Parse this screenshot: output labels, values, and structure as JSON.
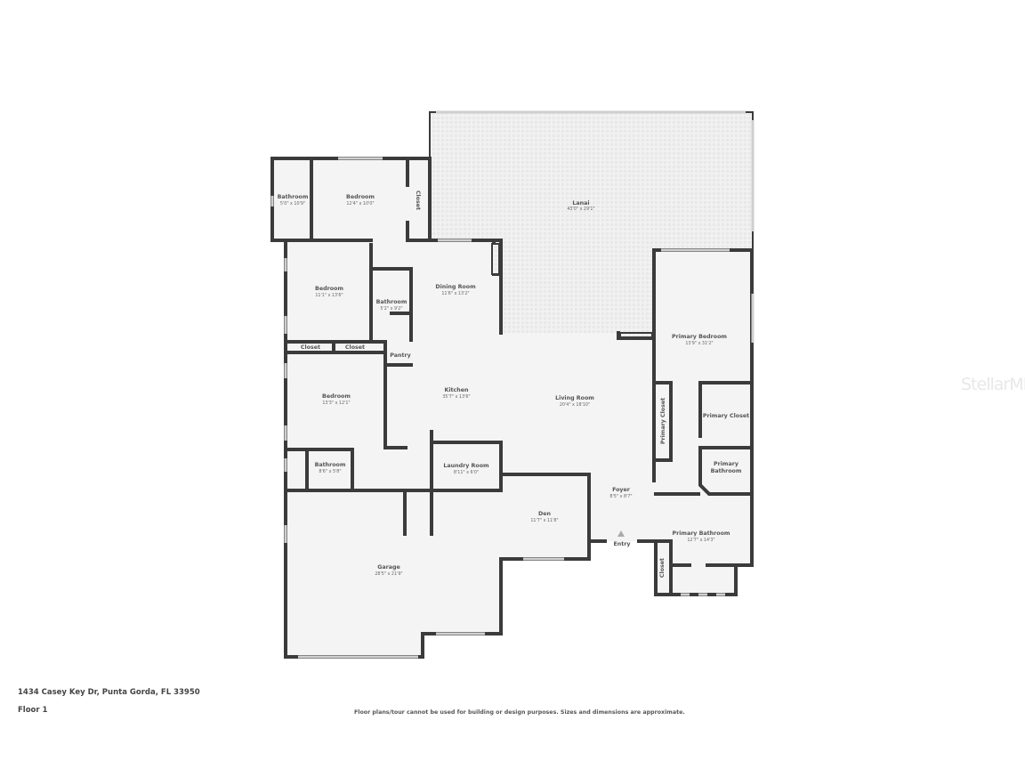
{
  "rooms": [
    {
      "name": "Lanai",
      "dims": "43'0\" x 29'1\""
    },
    {
      "name": "Bathroom",
      "dims": "5'0\" x 10'9\""
    },
    {
      "name": "Bedroom",
      "dims": "12'4\" x 10'0\""
    },
    {
      "name": "Closet",
      "dims": ""
    },
    {
      "name": "Bedroom",
      "dims": "11'1\" x 13'6\""
    },
    {
      "name": "Bathroom",
      "dims": "5'2\" x 9'2\""
    },
    {
      "name": "Dining Room",
      "dims": "11'6\" x 13'2\""
    },
    {
      "name": "Closet",
      "dims": ""
    },
    {
      "name": "Closet",
      "dims": ""
    },
    {
      "name": "Pantry",
      "dims": ""
    },
    {
      "name": "Bedroom",
      "dims": "13'3\" x 12'1\""
    },
    {
      "name": "Kitchen",
      "dims": "35'7\" x 13'6\""
    },
    {
      "name": "Living Room",
      "dims": "20'4\" x 18'10\""
    },
    {
      "name": "Bathroom",
      "dims": "8'6\" x 5'8\""
    },
    {
      "name": "Laundry Room",
      "dims": "8'11\" x 6'0\""
    },
    {
      "name": "Den",
      "dims": "11'7\" x 11'8\""
    },
    {
      "name": "Foyer",
      "dims": "8'5\" x 8'7\""
    },
    {
      "name": "Garage",
      "dims": "28'5\" x 21'9\""
    },
    {
      "name": "Primary Bedroom",
      "dims": "13'9\" x 31'2\""
    },
    {
      "name": "Primary Closet",
      "dims": ""
    },
    {
      "name": "Primary Closet",
      "dims": ""
    },
    {
      "name": "Primary",
      "dims": "Bathroom"
    },
    {
      "name": "Primary Bathroom",
      "dims": "12'7\" x 14'3\""
    },
    {
      "name": "Closet",
      "dims": ""
    }
  ],
  "entry_label": "Entry",
  "footer": {
    "address": "1434 Casey Key Dr, Punta Gorda, FL 33950",
    "floor": "Floor 1",
    "disclaimer": "Floor plans/tour cannot be used for building or design purposes. Sizes and dimensions are approximate."
  },
  "watermark": "StellarMLS",
  "colors": {
    "wall": "#3b3b3b",
    "floor": "#f4f4f4",
    "lanai": "#ececec"
  }
}
